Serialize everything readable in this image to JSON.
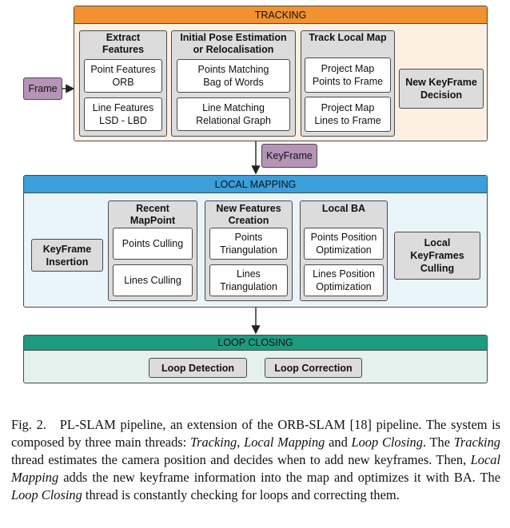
{
  "diagram": {
    "tracking": {
      "title": "TRACKING",
      "extract": {
        "title": "Extract\nFeatures",
        "items": [
          "Point Features\nORB",
          "Line Features\nLSD - LBD"
        ]
      },
      "initial": {
        "title": "Initial Pose Estimation\nor Relocalisation",
        "items": [
          "Points Matching\nBag of Words",
          "Line Matching\nRelational Graph"
        ]
      },
      "track": {
        "title": "Track Local Map",
        "items": [
          "Project Map\nPoints to Frame",
          "Project Map\nLines to Frame"
        ]
      },
      "decision": "New KeyFrame\nDecision"
    },
    "frame_label": "Frame",
    "keyframe_label": "KeyFrame",
    "local_mapping": {
      "title": "LOCAL MAPPING",
      "insertion": "KeyFrame\nInsertion",
      "recent": {
        "title": "Recent\nMapPoint",
        "items": [
          "Points Culling",
          "Lines Culling"
        ]
      },
      "newfeat": {
        "title": "New Features\nCreation",
        "items": [
          "Points\nTriangulation",
          "Lines\nTriangulation"
        ]
      },
      "localba": {
        "title": "Local BA",
        "items": [
          "Points Position\nOptimization",
          "Lines Position\nOptimization"
        ]
      },
      "culling": "Local\nKeyFrames\nCulling"
    },
    "loop_closing": {
      "title": "LOOP CLOSING",
      "detection": "Loop Detection",
      "correction": "Loop Correction"
    }
  },
  "colors": {
    "tracking_bar": "#f0922f",
    "tracking_bg": "#fdf0e3",
    "mapping_bar": "#3a9fdb",
    "mapping_bg": "#eaf4fb",
    "loop_bar": "#1e9a80",
    "loop_bg": "#e4f1ec",
    "tag_purple": "#b594b7"
  },
  "caption": {
    "label": "Fig. 2.",
    "line1": "PL-SLAM pipeline, an extension of the ORB-SLAM [18] pipeline.",
    "s1": "The system is composed by three main threads: ",
    "t1": "Tracking",
    "s2": ", ",
    "t2": "Local Mapping",
    "s3": " and ",
    "t3": "Loop Closing",
    "s4": ". The ",
    "t4": "Tracking",
    "s5": " thread estimates the camera position and decides when to add new keyframes. Then, ",
    "t5": "Local Mapping",
    "s6": " adds the new keyframe information into the map and optimizes it with BA. The ",
    "t6": "Loop Closing",
    "s7": " thread is constantly checking for loops and correcting them."
  }
}
